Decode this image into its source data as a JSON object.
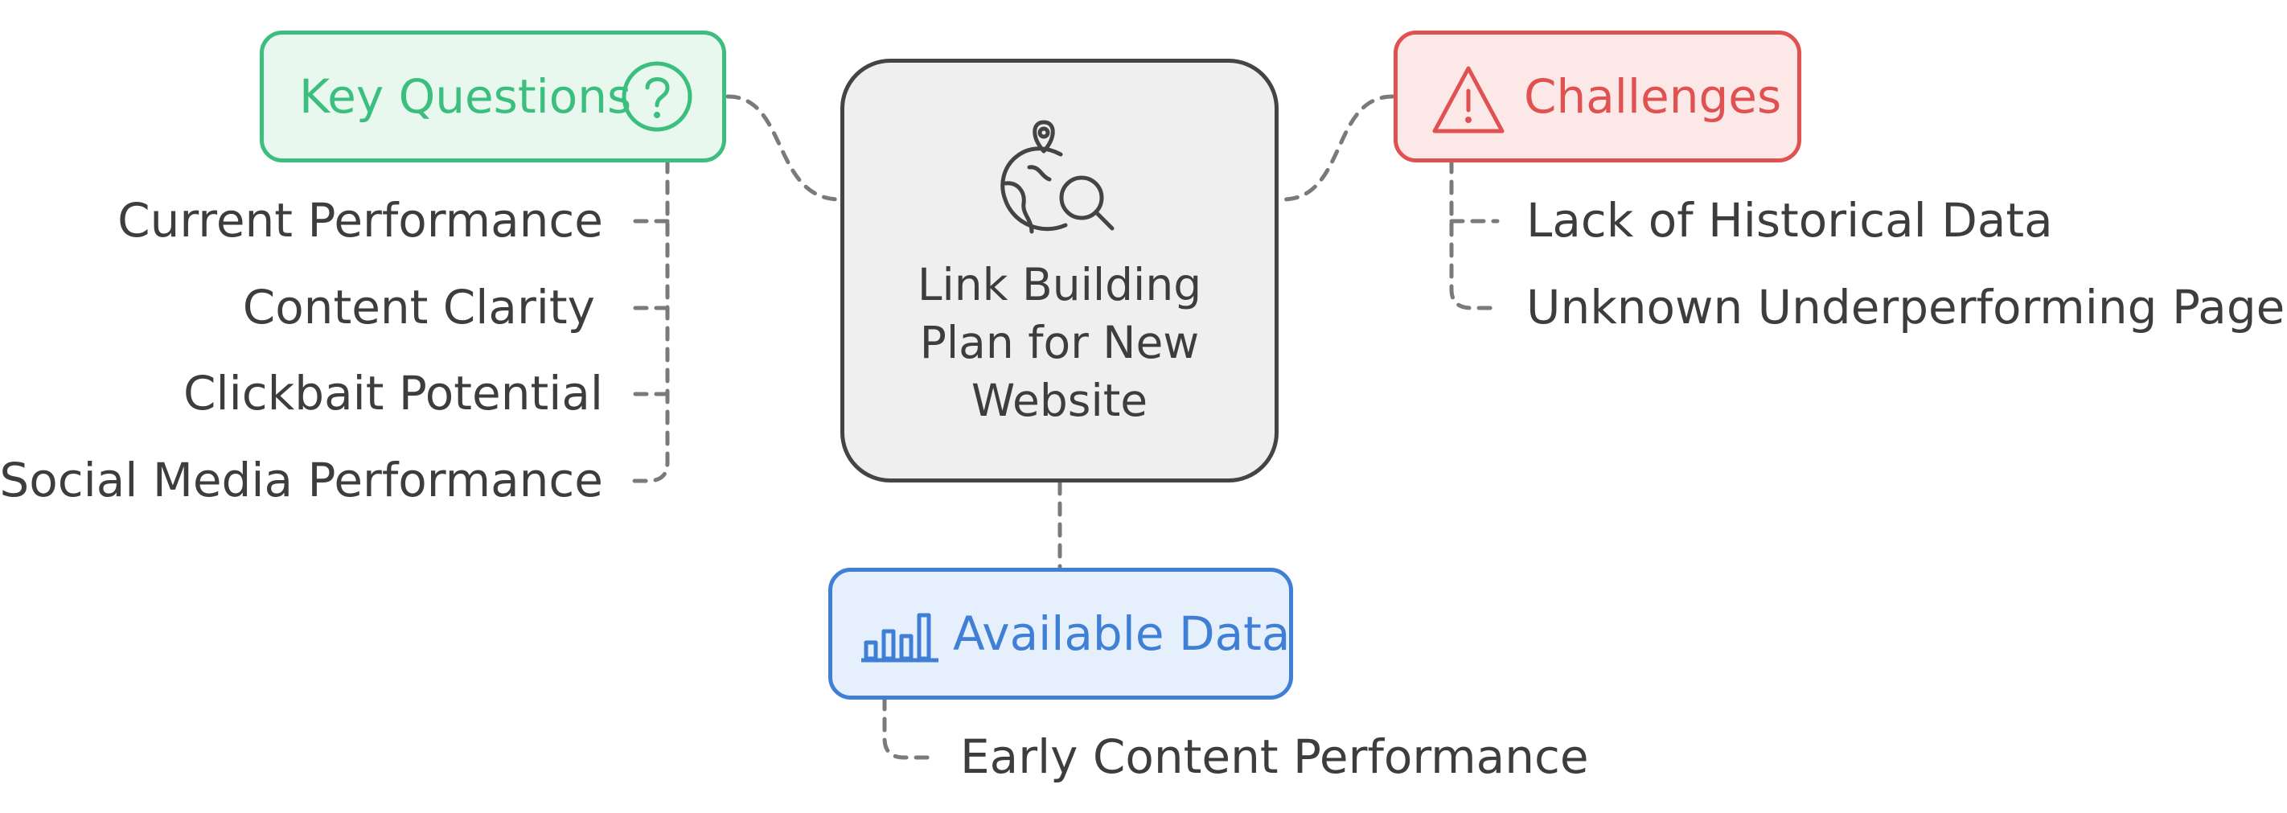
{
  "center": {
    "title": "Link Building Plan for New Website",
    "icon": "globe-search-icon"
  },
  "key_questions": {
    "title": "Key Questions",
    "icon": "question-circle-icon",
    "color": "#3cbf7e",
    "items": [
      "Current Performance",
      "Content Clarity",
      "Clickbait Potential",
      "Social Media Performance"
    ]
  },
  "challenges": {
    "title": "Challenges",
    "icon": "warning-triangle-icon",
    "color": "#e05252",
    "items": [
      "Lack of Historical Data",
      "Unknown Underperforming Pages"
    ]
  },
  "available_data": {
    "title": "Available Data",
    "icon": "bar-chart-icon",
    "color": "#3f7fd6",
    "items": [
      "Early Content Performance"
    ]
  }
}
